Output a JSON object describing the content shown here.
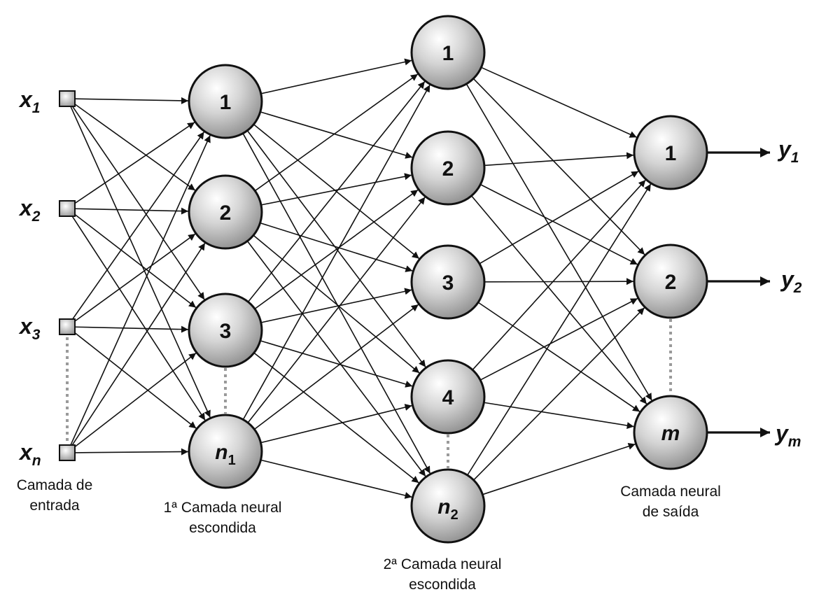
{
  "inputs": [
    {
      "var": "x",
      "sub": "1"
    },
    {
      "var": "x",
      "sub": "2"
    },
    {
      "var": "x",
      "sub": "3"
    },
    {
      "var": "x",
      "sub": "n"
    }
  ],
  "hidden1": [
    {
      "label": "1",
      "sub": ""
    },
    {
      "label": "2",
      "sub": ""
    },
    {
      "label": "3",
      "sub": ""
    },
    {
      "label": "n",
      "sub": "1"
    }
  ],
  "hidden2": [
    {
      "label": "1",
      "sub": ""
    },
    {
      "label": "2",
      "sub": ""
    },
    {
      "label": "3",
      "sub": ""
    },
    {
      "label": "4",
      "sub": ""
    },
    {
      "label": "n",
      "sub": "2"
    }
  ],
  "outputs": [
    {
      "label": "1",
      "sub": ""
    },
    {
      "label": "2",
      "sub": ""
    },
    {
      "label": "m",
      "sub": ""
    }
  ],
  "output_vars": [
    {
      "var": "y",
      "sub": "1"
    },
    {
      "var": "y",
      "sub": "2"
    },
    {
      "var": "y",
      "sub": "m"
    }
  ],
  "captions": {
    "input_line1": "Camada de",
    "input_line2": "entrada",
    "hidden1_line1": "1ª Camada neural",
    "hidden1_line2": "escondida",
    "hidden2_line1": "2ª Camada neural",
    "hidden2_line2": "escondida",
    "output_line1": "Camada neural",
    "output_line2": "de saída"
  }
}
